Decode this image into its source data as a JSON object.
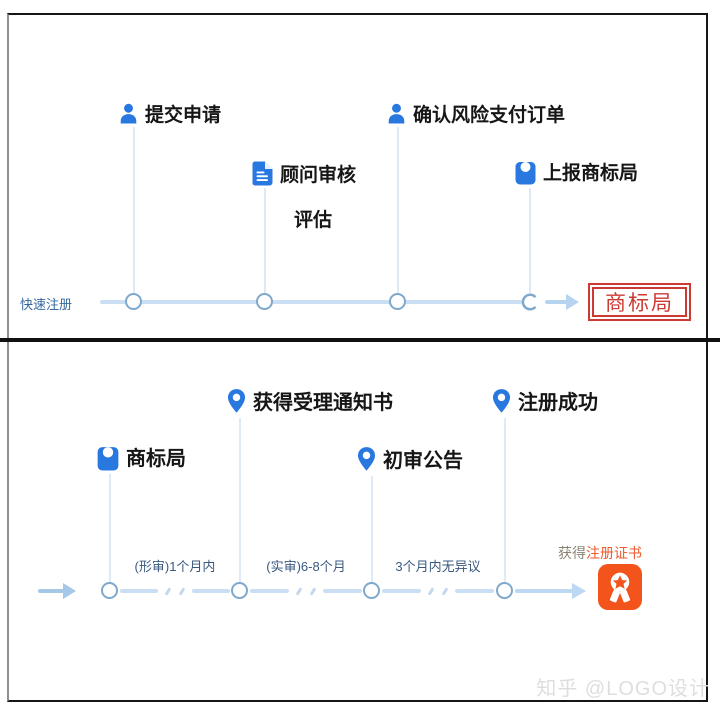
{
  "colors": {
    "icon_blue": "#2878e0",
    "timeline_line": "#cadff3",
    "circle_stroke": "#7fa9cc",
    "arrow_blue": "#a6c8e8",
    "label_blue": "#34689f",
    "segment_label_blue": "#3a587f",
    "milestone_text": "#161616",
    "stamp_red": "#cd3a34",
    "cert_orange": "#f2541c",
    "highlight_orange": "#ed5a2d",
    "prefix_gray": "#8a8274",
    "watermark_gray": "#dedede"
  },
  "top_panel": {
    "start_label": "快速注册",
    "end_stamp": "商标局",
    "milestones": [
      {
        "icon": "person-icon",
        "label": "提交申请"
      },
      {
        "icon": "document-icon",
        "label": "顾问审核",
        "label_line2": "评估"
      },
      {
        "icon": "person-icon",
        "label": "确认风险支付订单"
      },
      {
        "icon": "location-badge-icon",
        "label": "上报商标局"
      }
    ]
  },
  "bottom_panel": {
    "milestones": [
      {
        "icon": "location-badge-icon",
        "label": "商标局"
      },
      {
        "icon": "map-pin-icon",
        "label": "获得受理通知书"
      },
      {
        "icon": "map-pin-icon",
        "label": "初审公告"
      },
      {
        "icon": "map-pin-icon",
        "label": "注册成功"
      }
    ],
    "segment_labels": [
      "(形审)1个月内",
      "(实审)6-8个月",
      "3个月内无异议"
    ],
    "result_prefix": "获得",
    "result_highlight": "注册证书"
  },
  "watermark": "知乎 @LOGO设计"
}
